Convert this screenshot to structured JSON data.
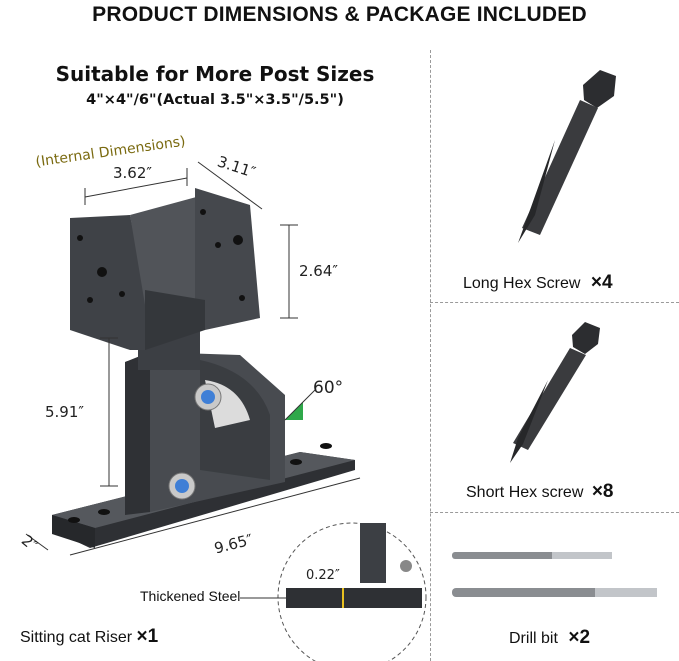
{
  "header": {
    "title": "PRODUCT DIMENSIONS & PACKAGE INCLUDED"
  },
  "main": {
    "title": "Suitable for More Post Sizes",
    "subtitle": "4\"×4\"/6\"(Actual 3.5\"×3.5\"/5.5\")",
    "internal_label": "(Internal Dimensions)",
    "dims": {
      "width_inner": "3.62″",
      "depth_inner": "3.11″",
      "height_cup": "2.64″",
      "height_riser": "5.91″",
      "angle": "60°",
      "base_length": "9.65″",
      "base_width": "2″",
      "thickness": "0.22″"
    },
    "thickened_label": "Thickened Steel",
    "riser_label": "Sitting cat Riser",
    "riser_qty": "×1"
  },
  "items": [
    {
      "name": "Long Hex Screw",
      "qty": "×4",
      "icon": "long-hex-screw-icon"
    },
    {
      "name": "Short Hex screw",
      "qty": "×8",
      "icon": "short-hex-screw-icon"
    },
    {
      "name": "Drill bit",
      "qty": "×2",
      "icon": "drill-bit-icon"
    }
  ],
  "colors": {
    "steel": "#3f4247",
    "steel_light": "#585b60",
    "angle_green": "#2fa84a",
    "label_olive": "#7a6a10"
  }
}
